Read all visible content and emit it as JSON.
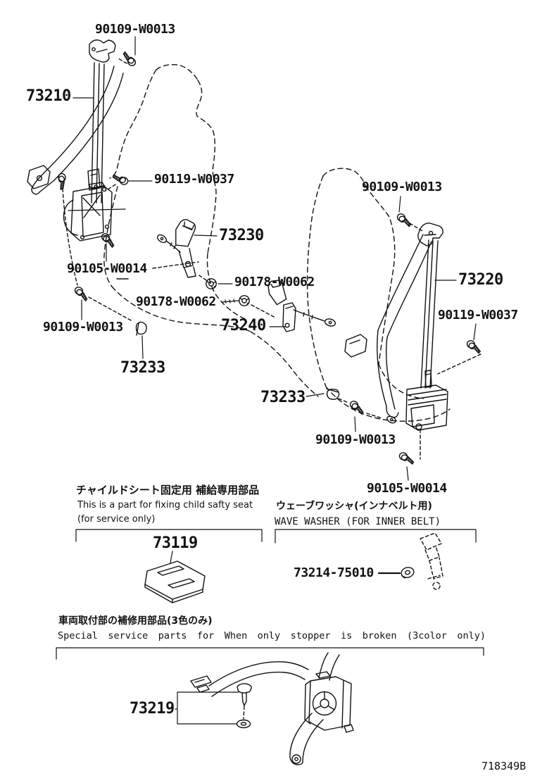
{
  "page": {
    "drawing_number": "718349B"
  },
  "colors": {
    "ink": "#111111",
    "background": "#ffffff"
  },
  "callouts": [
    {
      "id": "bolt-top-left",
      "text": "90109-W0013"
    },
    {
      "id": "outer-belt-left",
      "text": "73210"
    },
    {
      "id": "screw-left",
      "text": "90119-W0037"
    },
    {
      "id": "inner-belt-front-lh",
      "text": "73230"
    },
    {
      "id": "bolt-retractor-left",
      "text": "90105-W0014"
    },
    {
      "id": "nut-upper",
      "text": "90178-W0062"
    },
    {
      "id": "nut-lower",
      "text": "90178-W0062"
    },
    {
      "id": "inner-belt-front-rh",
      "text": "73240"
    },
    {
      "id": "bolt-lower-left",
      "text": "90109-W0013"
    },
    {
      "id": "cap-left",
      "text": "73233"
    },
    {
      "id": "bolt-top-right",
      "text": "90109-W0013"
    },
    {
      "id": "outer-belt-right",
      "text": "73220"
    },
    {
      "id": "screw-right",
      "text": "90119-W0037"
    },
    {
      "id": "cap-right",
      "text": "73233"
    },
    {
      "id": "bolt-lower-right",
      "text": "90109-W0013"
    },
    {
      "id": "bolt-retractor-right",
      "text": "90105-W0014"
    },
    {
      "id": "child-seat-plate",
      "text": "73119"
    },
    {
      "id": "wave-washer",
      "text": "73214-75010"
    },
    {
      "id": "stopper-service-part",
      "text": "73219"
    }
  ],
  "notes": {
    "child_seat": {
      "jp": "チャイルドシート固定用 補給専用部品",
      "en_line1": "This is a part for fixing child safty seat",
      "en_line2": "(for service only)"
    },
    "wave_washer": {
      "jp": "ウェーブワッシャ(インナベルト用)",
      "en": "WAVE WASHER (FOR INNER BELT)"
    },
    "stopper": {
      "jp": "車両取付部の補修用部品(3色のみ)",
      "en": "Special service parts for When only stopper is broken (3color only)"
    }
  }
}
